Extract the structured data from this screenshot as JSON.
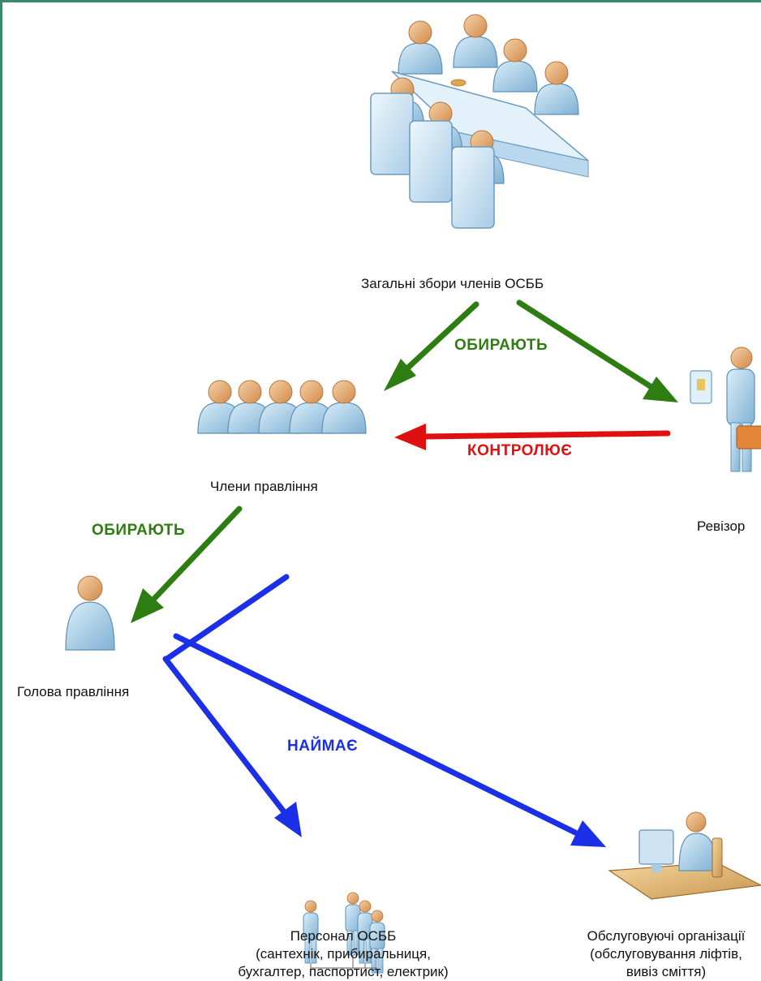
{
  "nodes": {
    "general_meeting": "Загальні збори членів ОСББ",
    "board_members": "Члени правління",
    "auditor": "Ревізор",
    "board_head": "Голова правління",
    "staff_line1": "Персонал ОСББ",
    "staff_line2": "(сантехнік, прибиральниця,",
    "staff_line3": "бухгалтер, паспортист, електрик)",
    "service_line1": "Обслуговуючі організації",
    "service_line2": "(обслуговування ліфтів,",
    "service_line3": "вивіз сміття)"
  },
  "edges": {
    "elect_top": "ОБИРАЮТЬ",
    "controls": "КОНТРОЛЮЄ",
    "elect_head": "ОБИРАЮТЬ",
    "hires": "НАЙМАЄ"
  },
  "colors": {
    "elect": "#2e7d12",
    "control": "#e01010",
    "hire": "#1a2fe6",
    "frame": "#3c8a6c"
  }
}
